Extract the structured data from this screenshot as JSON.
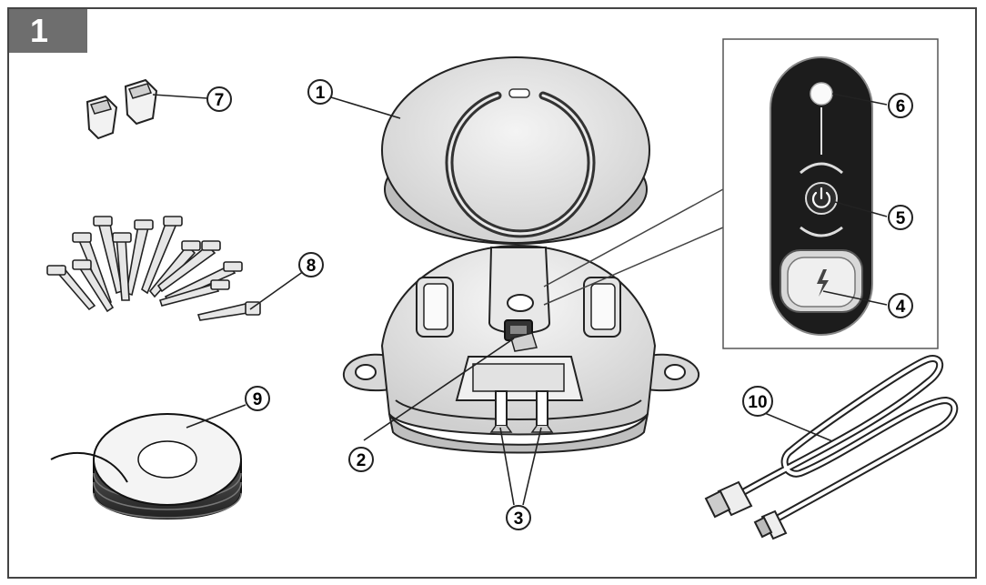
{
  "figure": {
    "number": "1"
  },
  "callouts": [
    "1",
    "2",
    "3",
    "4",
    "5",
    "6",
    "7",
    "8",
    "9",
    "10"
  ],
  "colors": {
    "ink": "#1a1a1a",
    "panel": "#1c1c1c",
    "tab": "#6e6e6e"
  },
  "icons": [
    "power-icon",
    "lightning-icon"
  ]
}
